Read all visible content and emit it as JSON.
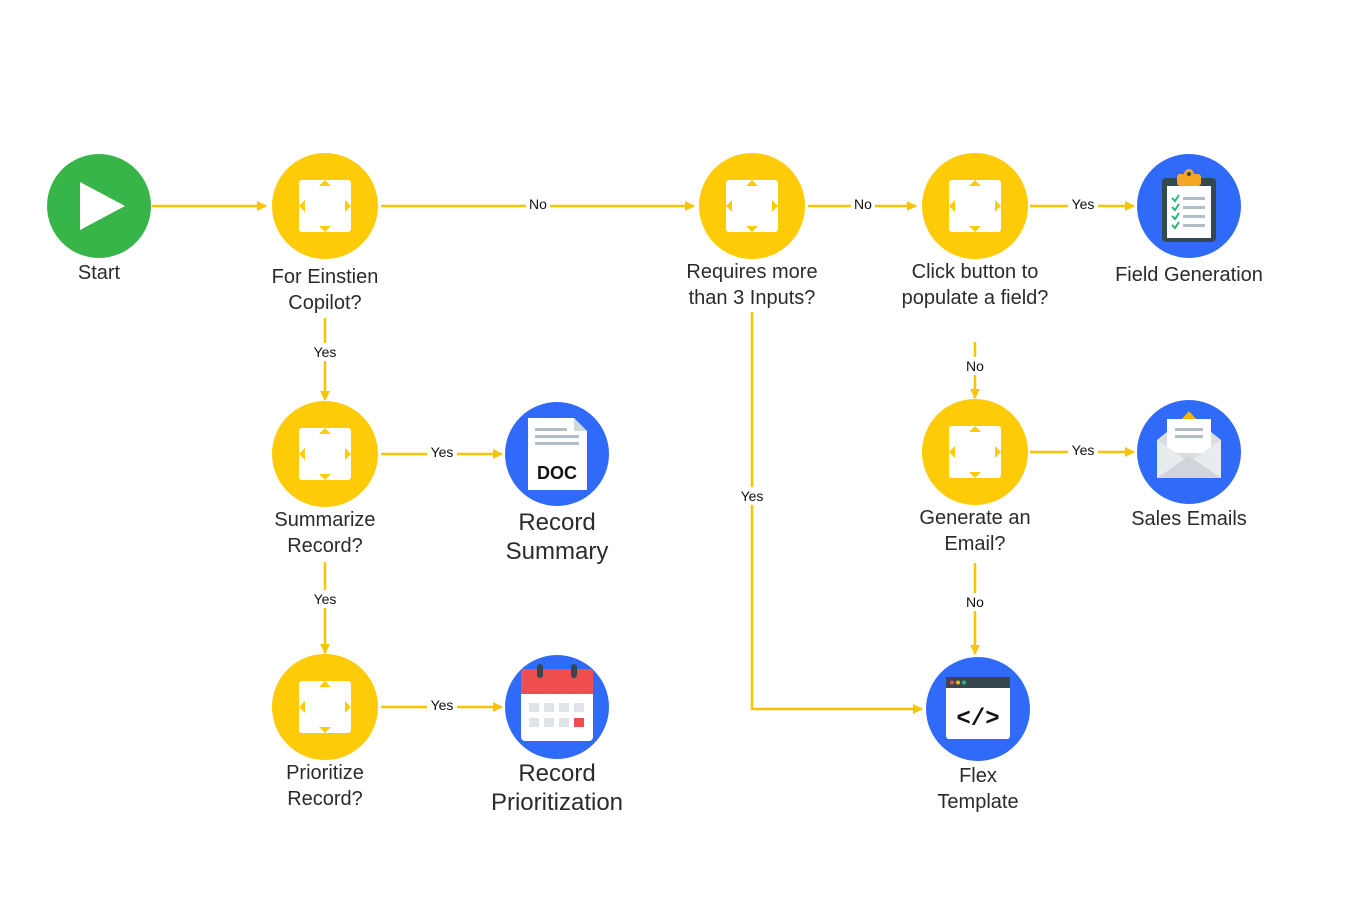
{
  "colors": {
    "connector": "#F7C500",
    "decision": "#FDCB08",
    "start": "#38B549",
    "outcome": "#2F6BF8"
  },
  "nodes": {
    "start": {
      "label": "Start",
      "icon": "play-icon"
    },
    "einstein": {
      "label_lines": [
        "For Einstien",
        "Copilot?"
      ],
      "icon": "decision-icon"
    },
    "inputs": {
      "label_lines": [
        "Requires more",
        "than 3 Inputs?"
      ],
      "icon": "decision-icon"
    },
    "button": {
      "label_lines": [
        "Click button to",
        "populate a field?"
      ],
      "icon": "decision-icon"
    },
    "field_gen": {
      "label": "Field Generation",
      "icon": "clipboard-icon"
    },
    "summarize": {
      "label_lines": [
        "Summarize",
        "Record?"
      ],
      "icon": "decision-icon"
    },
    "record_summary": {
      "label_lines": [
        "Record",
        "Summary"
      ],
      "icon": "doc-icon",
      "icon_text": "DOC"
    },
    "prioritize": {
      "label_lines": [
        "Prioritize",
        "Record?"
      ],
      "icon": "decision-icon"
    },
    "record_prior": {
      "label_lines": [
        "Record",
        "Prioritization"
      ],
      "icon": "calendar-icon"
    },
    "email": {
      "label_lines": [
        "Generate an",
        "Email?"
      ],
      "icon": "decision-icon"
    },
    "sales_emails": {
      "label": "Sales Emails",
      "icon": "envelope-icon"
    },
    "flex": {
      "label_lines": [
        "Flex",
        "Template"
      ],
      "icon": "code-icon",
      "icon_text": "</>"
    }
  },
  "edges": {
    "start_einstein": {
      "label": ""
    },
    "einstein_inputs": {
      "label": "No"
    },
    "inputs_button": {
      "label": "No"
    },
    "button_field": {
      "label": "Yes"
    },
    "einstein_summarize": {
      "label": "Yes"
    },
    "summarize_summary": {
      "label": "Yes"
    },
    "summarize_prioritize": {
      "label": "Yes"
    },
    "prioritize_prior": {
      "label": "Yes"
    },
    "button_email": {
      "label": "No"
    },
    "email_sales": {
      "label": "Yes"
    },
    "email_flex": {
      "label": "No"
    },
    "inputs_flex": {
      "label": "Yes"
    }
  }
}
